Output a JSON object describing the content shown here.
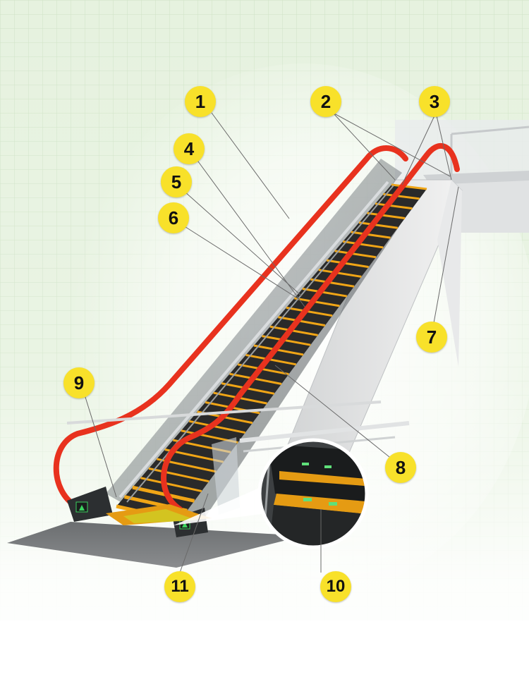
{
  "callouts": [
    {
      "id": "1",
      "label": "1"
    },
    {
      "id": "2",
      "label": "2"
    },
    {
      "id": "3",
      "label": "3"
    },
    {
      "id": "4",
      "label": "4"
    },
    {
      "id": "5",
      "label": "5"
    },
    {
      "id": "6",
      "label": "6"
    },
    {
      "id": "7",
      "label": "7"
    },
    {
      "id": "8",
      "label": "8"
    },
    {
      "id": "9",
      "label": "9"
    },
    {
      "id": "10",
      "label": "10"
    },
    {
      "id": "11",
      "label": "11"
    }
  ],
  "colors": {
    "background_grid": "#e3f0dc",
    "handrail": "#e8321e",
    "step_edge": "#f0a516",
    "step_body": "#2a2a2a",
    "callout_fill": "#f8e12a",
    "comb_light": "#5fe07a"
  }
}
